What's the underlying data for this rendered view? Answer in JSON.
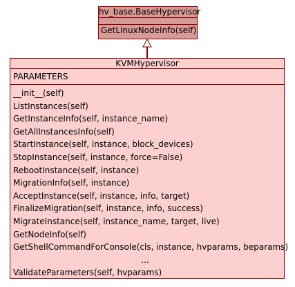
{
  "parent_class": {
    "name": "hv_base.BaseHypervisor",
    "operations": [
      "GetLinuxNodeInfo(self)"
    ]
  },
  "child_class": {
    "name": "KVMHypervisor",
    "attributes": [
      "PARAMETERS"
    ],
    "operations": [
      "__init__(self)",
      "ListInstances(self)",
      "GetInstanceInfo(self, instance_name)",
      "GetAllInstancesInfo(self)",
      "StartInstance(self, instance, block_devices)",
      "StopInstance(self, instance, force=False)",
      "RebootInstance(self, instance)",
      "MigrationInfo(self, instance)",
      "AcceptInstance(self, instance, info, target)",
      "FinalizeMigration(self, instance, info, success)",
      "MigrateInstance(self, instance_name, target, live)",
      "GetNodeInfo(self)",
      "GetShellCommandForConsole(cls, instance, hvparams, beparams)",
      "...",
      "ValidateParameters(self, hvparams)"
    ]
  },
  "colors": {
    "border": "#8b0000",
    "parent_fill": "#d89a96",
    "child_fill": "#fbd0cf"
  }
}
